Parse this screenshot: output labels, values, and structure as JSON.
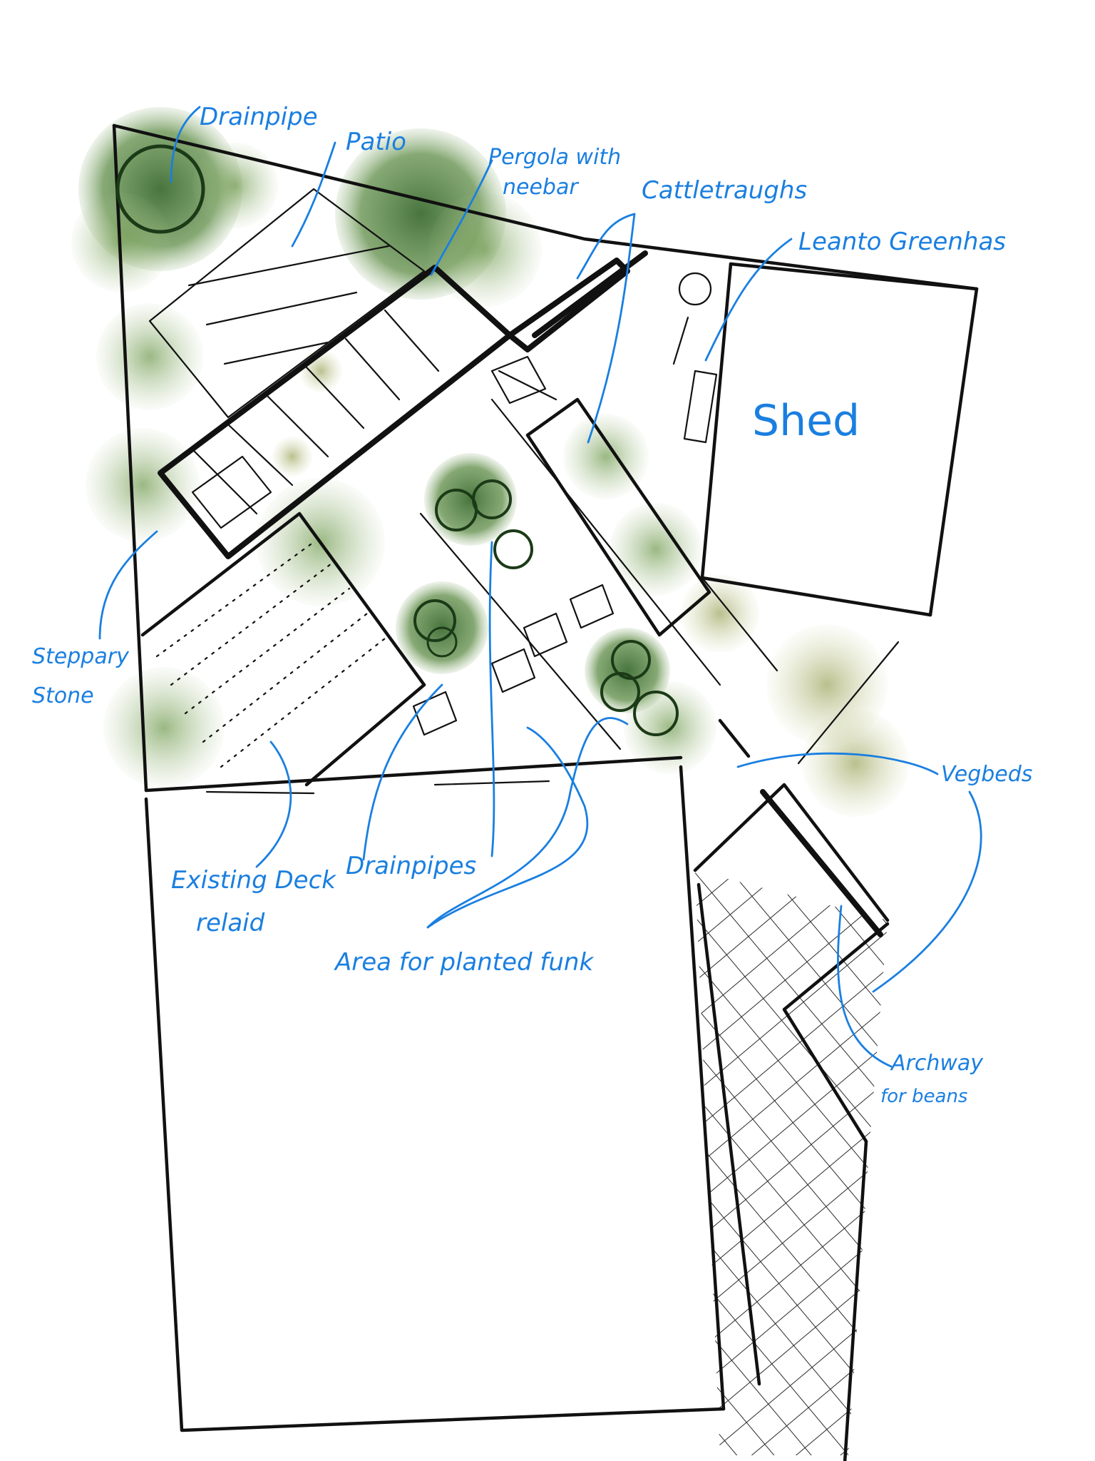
{
  "labels": {
    "drainpipe_top": "Drainpipe",
    "patio": "Patio",
    "pergola_line1": "Pergola with",
    "pergola_line2": "neebar",
    "cattle_troughs": "Cattletraughs",
    "lean_to_greenhouse": "Leanto Greenhas",
    "shed": "Shed",
    "stepping_line1": "Steppary",
    "stepping_line2": "Stone",
    "existing_deck_line1": "Existing Deck",
    "existing_deck_line2": "relaid",
    "drainpipes_bottom": "Drainpipes",
    "planted_area": "Area for planted funk",
    "veg_beds": "Vegbeds",
    "archway_line1": "Archway",
    "archway_line2": "for beans"
  },
  "colors": {
    "ink": "#111111",
    "annotation": "#1a7fe0",
    "foliage_dark": "#2f5a2a",
    "foliage_mid": "#5e8c46",
    "foliage_olive": "#7d8a3a"
  }
}
